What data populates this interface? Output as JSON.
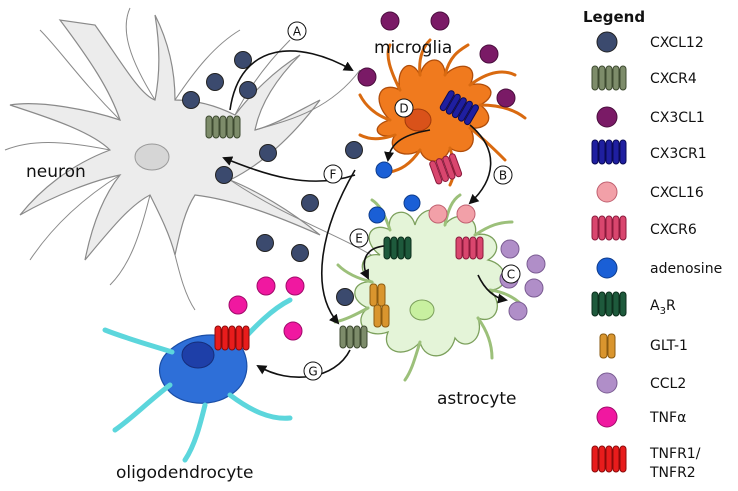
{
  "cells": {
    "neuron": "neuron",
    "microglia": "microglia",
    "astrocyte": "astrocyte",
    "oligodendrocyte": "oligodendrocyte"
  },
  "steps": [
    "A",
    "B",
    "C",
    "D",
    "E",
    "F",
    "G"
  ],
  "legend": {
    "title": "Legend",
    "items": {
      "cxcl12": "CXCL12",
      "cxcr4": "CXCR4",
      "cx3cl1": "CX3CL1",
      "cx3cr1": "CX3CR1",
      "cxcl16": "CXCL16",
      "cxcr6": "CXCR6",
      "adenosine": "adenosine",
      "a3r_main": "A",
      "a3r_sub": "3",
      "a3r_tail": "R",
      "glt1": "GLT-1",
      "ccl2": "CCL2",
      "tnfa": "TNFα",
      "tnfr_line1": "TNFR1/",
      "tnfr_line2": "TNFR2"
    }
  },
  "colors": {
    "cxcl12": "#3b4a6e",
    "cxcr4": "#7d8c6a",
    "cx3cl1": "#7a1a66",
    "cx3cr1": "#1f1fa0",
    "cxcl16": "#f2a0a8",
    "cxcr6": "#d9466e",
    "adenosine": "#1a5fd6",
    "a3r": "#1e5a3c",
    "glt1": "#d9952e",
    "ccl2": "#b08ec8",
    "tnfa": "#f018a0",
    "tnfr": "#e81c1c",
    "neuron_fill": "#ececec",
    "microglia_fill": "#f07a1e",
    "astrocyte_fill": "#e4f4d8",
    "oligo_fill": "#2e6fd8",
    "oligo_process": "#5cd6dc"
  },
  "icons": [
    "molecule-circle",
    "receptor-helix",
    "transporter-glt1"
  ]
}
